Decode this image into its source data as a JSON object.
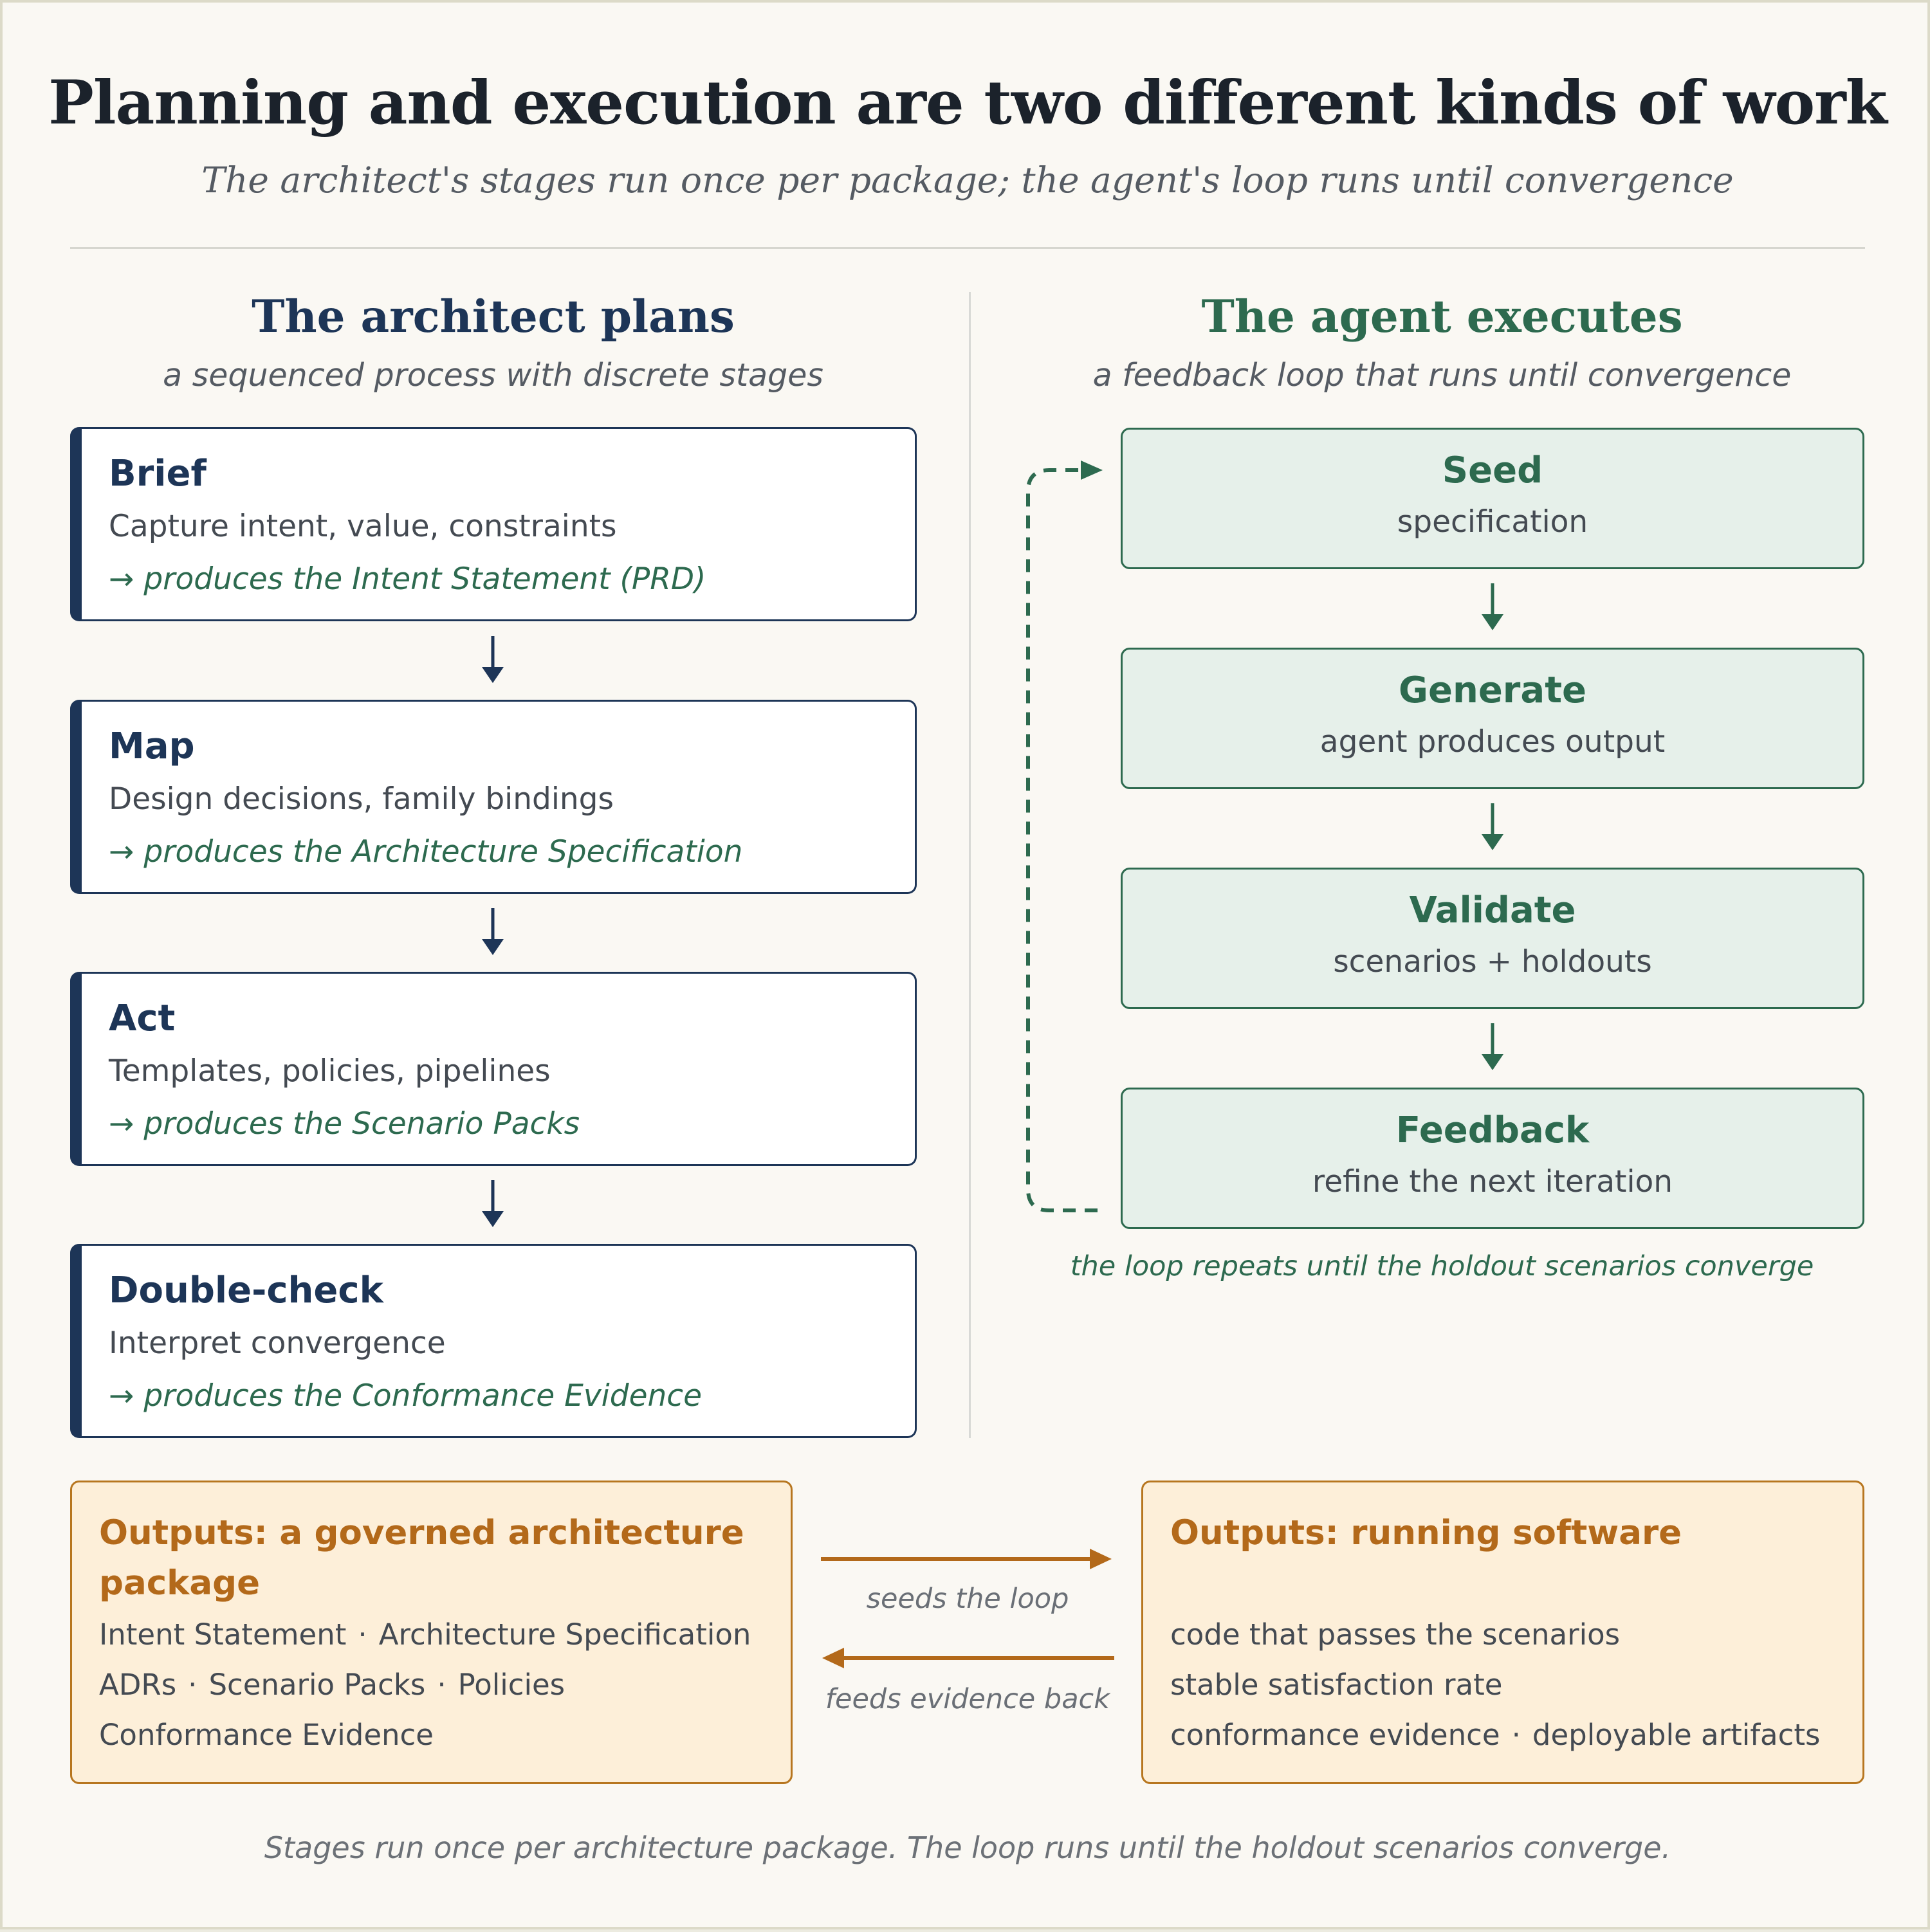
{
  "header": {
    "title": "Planning and execution are two different kinds of work",
    "subtitle": "The architect's stages run once per package; the agent's loop runs until convergence"
  },
  "architect": {
    "title": "The architect plans",
    "subtitle": "a sequenced process with discrete stages",
    "stages": [
      {
        "title": "Brief",
        "description": "Capture intent, value, constraints",
        "output": "→ produces the Intent Statement (PRD)"
      },
      {
        "title": "Map",
        "description": "Design decisions, family bindings",
        "output": "→ produces the Architecture Specification"
      },
      {
        "title": "Act",
        "description": "Templates, policies, pipelines",
        "output": "→ produces the Scenario Packs"
      },
      {
        "title": "Double-check",
        "description": "Interpret convergence",
        "output": "→ produces the Conformance Evidence"
      }
    ]
  },
  "agent": {
    "title": "The agent executes",
    "subtitle": "a feedback loop that runs until convergence",
    "steps": [
      {
        "title": "Seed",
        "description": "specification"
      },
      {
        "title": "Generate",
        "description": "agent produces output"
      },
      {
        "title": "Validate",
        "description": "scenarios + holdouts"
      },
      {
        "title": "Feedback",
        "description": "refine the next iteration"
      }
    ],
    "loop_caption": "the loop repeats until the holdout scenarios converge"
  },
  "outputs": {
    "architecture": {
      "title_line1": "Outputs: a governed architecture",
      "title_line2": "package",
      "line1": [
        "Intent Statement",
        "Architecture Specification"
      ],
      "line2": [
        "ADRs",
        "Scenario Packs",
        "Policies"
      ],
      "line3": [
        "Conformance Evidence"
      ]
    },
    "software": {
      "title": "Outputs: running software",
      "line1": [
        "code that passes the scenarios"
      ],
      "line2": [
        "stable satisfaction rate"
      ],
      "line3": [
        "conformance evidence",
        "deployable artifacts"
      ]
    },
    "separator": "·",
    "arrow_forward_label": "seeds the loop",
    "arrow_back_label": "feeds evidence back"
  },
  "footer": "Stages run once per architecture package. The loop runs until the holdout scenarios converge.",
  "colors": {
    "navy": "#1d3557",
    "green": "#2d6a4f",
    "green_fill": "#e6f0ea",
    "amber": "#b7761f",
    "amber_fill": "#fdefd9",
    "background": "#faf8f3"
  }
}
